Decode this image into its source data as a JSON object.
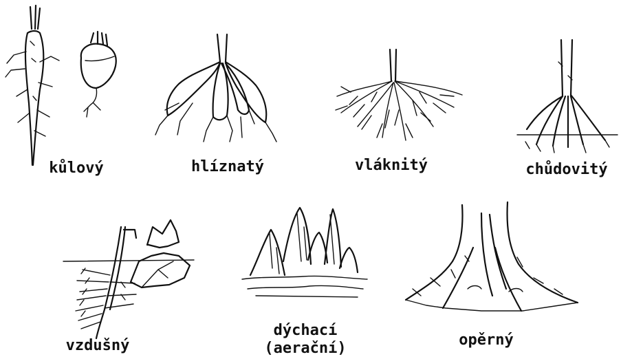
{
  "labels": {
    "kulovy": "kůlový",
    "hliznaty": "hlíznatý",
    "vlaknity": "vláknitý",
    "chudovity": "chůdovitý",
    "vzdusny": "vzdušný",
    "dychaci_line1": "dýchací",
    "dychaci_line2": "(aerační)",
    "operny": "opěrný"
  }
}
